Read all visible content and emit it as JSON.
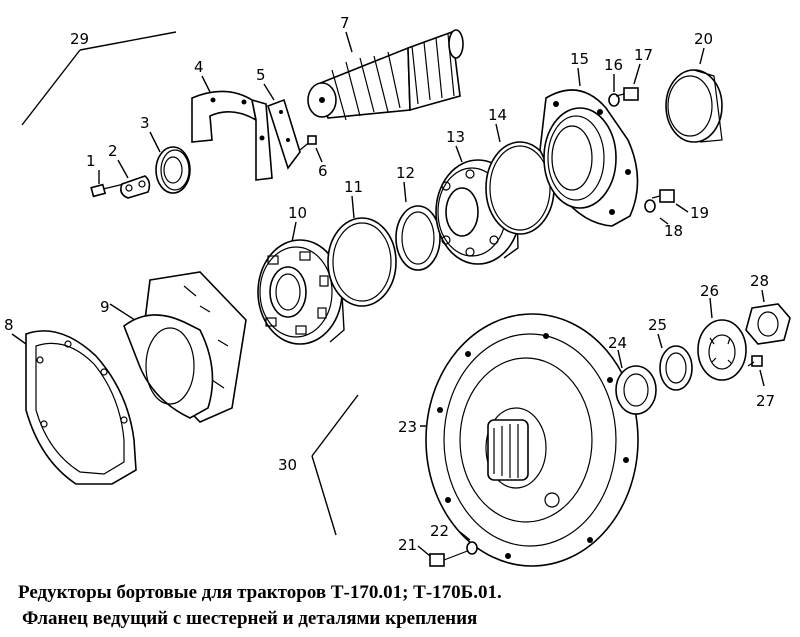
{
  "caption": {
    "line1": "Редукторы бортовые для тракторов Т-170.01; Т-170Б.01.",
    "line2": "Фланец ведущий с шестерней и деталями крепления"
  },
  "callouts": [
    "1",
    "2",
    "3",
    "4",
    "5",
    "6",
    "7",
    "8",
    "9",
    "10",
    "11",
    "12",
    "13",
    "14",
    "15",
    "16",
    "17",
    "18",
    "19",
    "20",
    "21",
    "22",
    "23",
    "24",
    "25",
    "26",
    "27",
    "28",
    "29",
    "30"
  ]
}
